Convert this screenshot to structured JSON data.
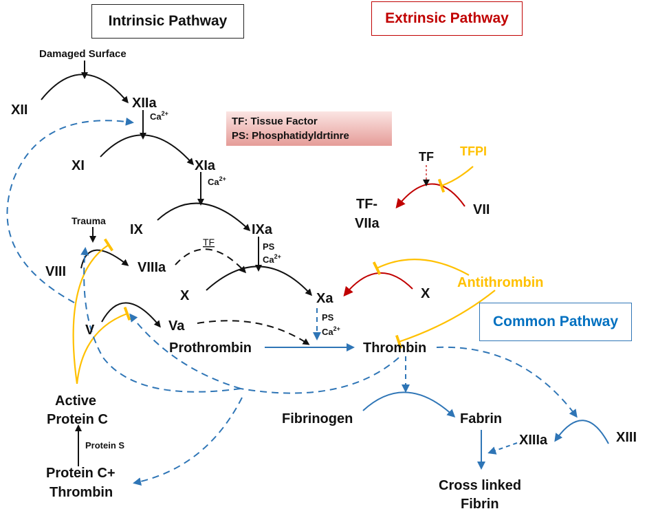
{
  "headers": {
    "intrinsic": "Intrinsic Pathway",
    "extrinsic": "Extrinsic Pathway",
    "common": "Common Pathway"
  },
  "legend": {
    "tf": "TF: Tissue Factor",
    "ps": "PS: Phosphatidyldrtinre"
  },
  "factors": {
    "damaged_surface": "Damaged Surface",
    "xii": "XII",
    "xiia": "XIIa",
    "xi": "XI",
    "xia": "XIa",
    "ix": "IX",
    "ixa": "IXa",
    "trauma": "Trauma",
    "viii": "VIII",
    "viiia": "VIIIa",
    "tf_small": "TF",
    "x_left": "X",
    "xa": "Xa",
    "x_right": "X",
    "v": "V",
    "va": "Va",
    "prothrombin": "Prothrombin",
    "thrombin": "Thrombin",
    "tf_ext": "TF",
    "tfpi": "TFPI",
    "tf_viia_line1": "TF-",
    "tf_viia_line2": "VIIa",
    "vii": "VII",
    "antithrombin": "Antithrombin",
    "fibrinogen": "Fibrinogen",
    "fabrin": "Fabrin",
    "xiiia": "XIIIa",
    "xiii": "XIII",
    "cross_linked_line1": "Cross linked",
    "cross_linked_line2": "Fibrin",
    "active_pc_line1": "Active",
    "active_pc_line2": "Protein C",
    "protein_s": "Protein S",
    "pc_thrombin_line1": "Protein C+",
    "pc_thrombin_line2": "Thrombin"
  },
  "cofactors": {
    "ca": "Ca",
    "ca_sup": "2+",
    "ps": "PS"
  },
  "colors": {
    "black": "#111111",
    "red": "#c00000",
    "yellow": "#ffc000",
    "blue": "#2e75b6"
  }
}
